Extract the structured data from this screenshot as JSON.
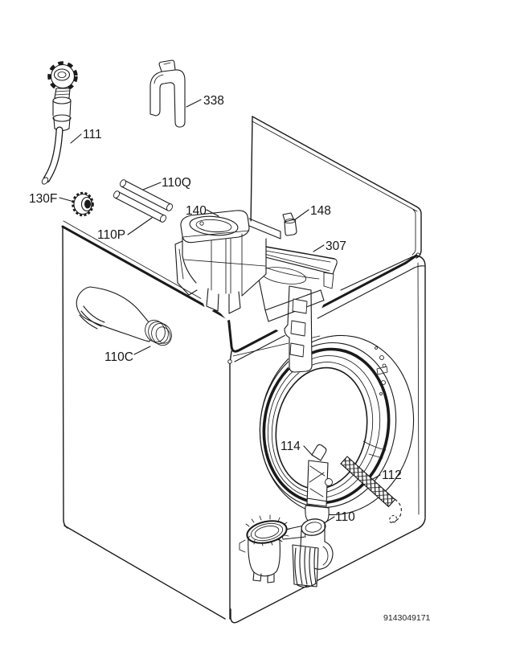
{
  "diagram": {
    "background_color": "#ffffff",
    "line_color": "#1a1a1a",
    "part_labels": {
      "inlet_hose": "111",
      "hose_guide": "338",
      "inlet_seal": "130F",
      "tube_upper": "110Q",
      "tube_lower": "110P",
      "dispenser_cover": "140",
      "clip": "148",
      "drawer_housing": "307",
      "elbow_hose": "110C",
      "chamber": "114",
      "corrugated_hose": "112",
      "drain_pump": "110"
    },
    "document_number": "9143049171"
  }
}
